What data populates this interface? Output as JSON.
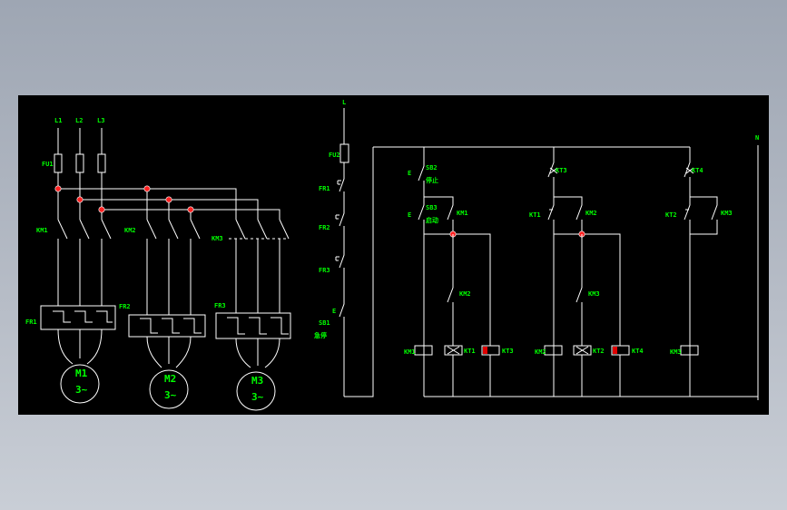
{
  "colors": {
    "background": "#000000",
    "wire": "#ffffff",
    "text": "#00ff00",
    "junction": "#ff2020"
  },
  "phases": [
    "L1",
    "L2",
    "L3"
  ],
  "fuse": "FU1",
  "contactors": [
    "KM1",
    "KM2",
    "KM3"
  ],
  "thermal": [
    "FR1",
    "FR2",
    "FR3"
  ],
  "motors": [
    {
      "name": "M1",
      "phase": "3~"
    },
    {
      "name": "M2",
      "phase": "3~"
    },
    {
      "name": "M3",
      "phase": "3~"
    }
  ],
  "control": {
    "line_l": "L",
    "line_n": "N",
    "fuse": "FU2",
    "relays": [
      "FR1",
      "FR2",
      "FR3"
    ],
    "stop": "SB1",
    "stop_note": "急停",
    "sb2": "SB2",
    "sb2_note": "停止",
    "sb3": "SB3",
    "sb3_note": "启动",
    "e": "E",
    "contacts": [
      "KM1",
      "KM2",
      "KM3",
      "KM2",
      "KM3",
      "KT1",
      "KT2",
      "KT3",
      "KT4"
    ],
    "coils": [
      "KM1",
      "KT1",
      "KT3",
      "KM2",
      "KT2",
      "KT4",
      "KM3"
    ]
  }
}
